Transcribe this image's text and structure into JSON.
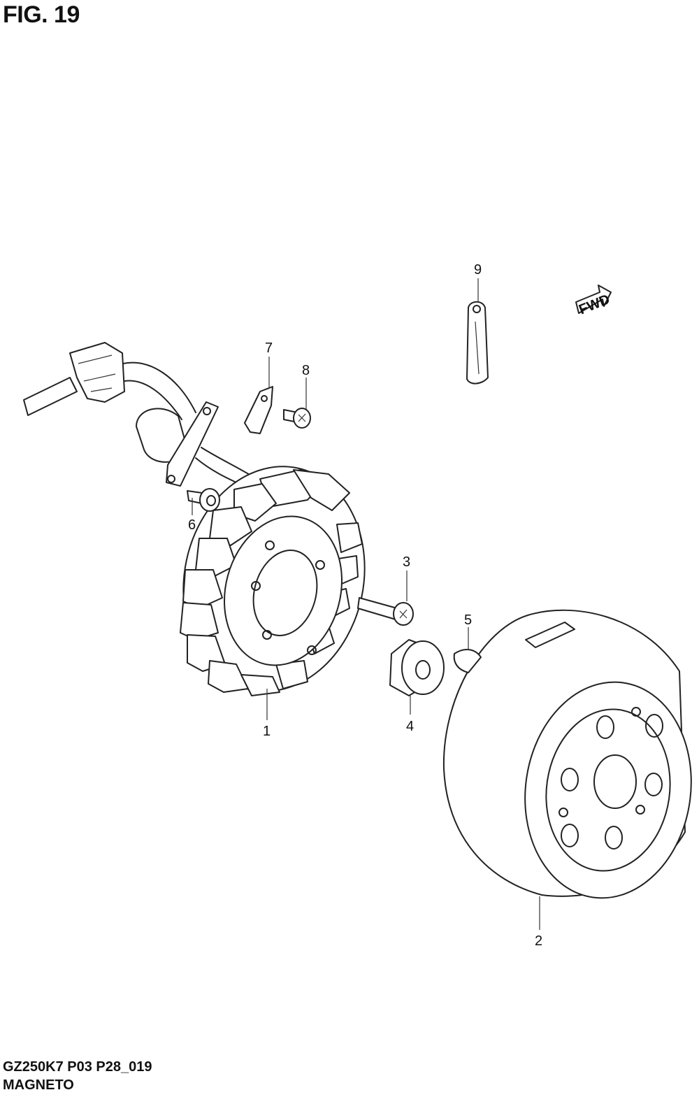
{
  "figure": {
    "title": "FIG. 19",
    "code": "GZ250K7 P03 P28_019",
    "name": "MAGNETO"
  },
  "arrow": {
    "label": "FWD",
    "icon": "fwd-arrow-icon"
  },
  "parts": [
    {
      "ref": "1",
      "part": "stator"
    },
    {
      "ref": "2",
      "part": "rotor"
    },
    {
      "ref": "3",
      "part": "bolt"
    },
    {
      "ref": "4",
      "part": "nut"
    },
    {
      "ref": "5",
      "part": "key"
    },
    {
      "ref": "6",
      "part": "bolt"
    },
    {
      "ref": "7",
      "part": "clamp"
    },
    {
      "ref": "8",
      "part": "screw"
    },
    {
      "ref": "9",
      "part": "clamp"
    }
  ]
}
